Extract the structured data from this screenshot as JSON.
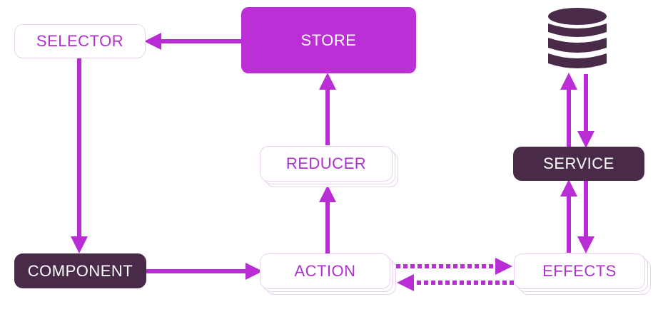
{
  "diagram": {
    "colors": {
      "accent": "#bd2fd6",
      "arrow": "#b92dd4",
      "dark_node": "#4a2a49",
      "outline_border": "#ead2ef",
      "outline_text": "#b02fcf"
    },
    "nodes": {
      "selector": "SELECTOR",
      "store": "STORE",
      "reducer": "REDUCER",
      "component": "COMPONENT",
      "action": "ACTION",
      "effects": "EFFECTS",
      "service": "SERVICE"
    },
    "icons": {
      "database": "database-icon"
    },
    "edges": [
      {
        "from": "store",
        "to": "selector"
      },
      {
        "from": "selector",
        "to": "component"
      },
      {
        "from": "component",
        "to": "action"
      },
      {
        "from": "action",
        "to": "reducer"
      },
      {
        "from": "reducer",
        "to": "store"
      },
      {
        "from": "action",
        "to": "effects",
        "style": "dashed"
      },
      {
        "from": "effects",
        "to": "action",
        "style": "dashed"
      },
      {
        "from": "effects",
        "to": "service"
      },
      {
        "from": "service",
        "to": "effects"
      },
      {
        "from": "service",
        "to": "database"
      },
      {
        "from": "database",
        "to": "service"
      }
    ]
  }
}
